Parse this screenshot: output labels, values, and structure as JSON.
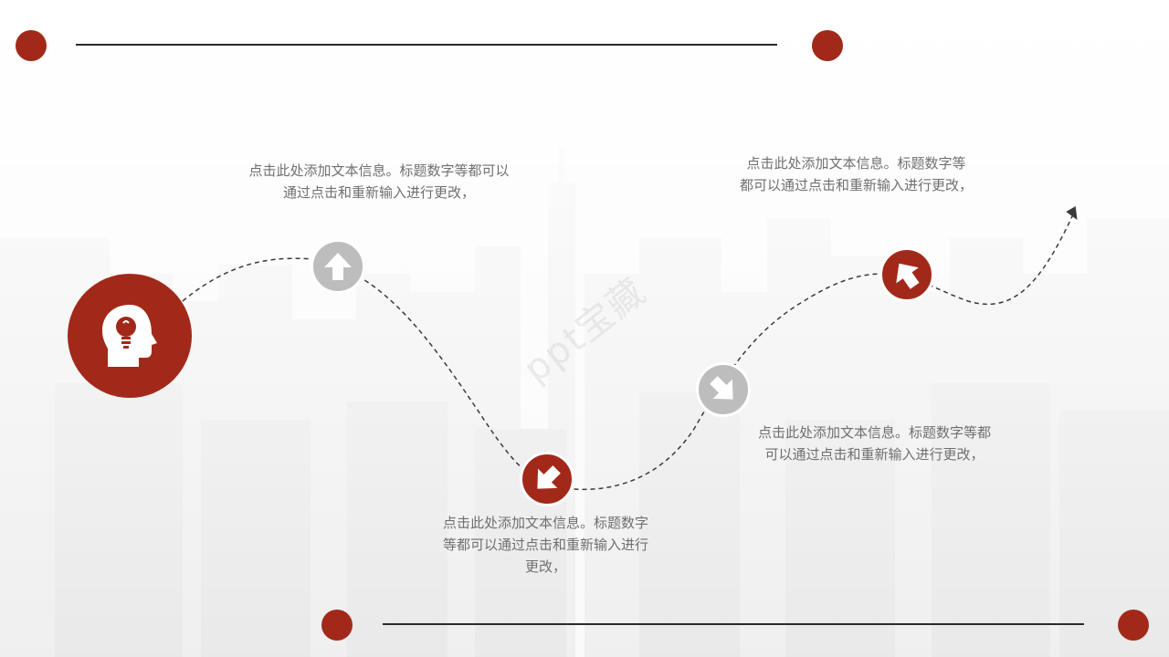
{
  "colors": {
    "accent": "#a2291a",
    "node_gray": "#bdbdbd",
    "text": "#6f6f6f",
    "rule": "#2a2a2a"
  },
  "watermark": "ppt宝藏",
  "steps": [
    {
      "lines": [
        "点击此处添加文本信息。标题数字等都可以",
        "通过点击和重新输入进行更改，"
      ],
      "icon": "arrow-up-icon"
    },
    {
      "lines": [
        "点击此处添加文本信息。标题数字",
        "等都可以通过点击和重新输入进行",
        "更改，"
      ],
      "icon": "arrow-down-left-icon"
    },
    {
      "lines": [
        "点击此处添加文本信息。标题数字等都",
        "可以通过点击和重新输入进行更改，"
      ],
      "icon": "arrow-down-right-icon"
    },
    {
      "lines": [
        "点击此处添加文本信息。标题数字等",
        "都可以通过点击和重新输入进行更改，"
      ],
      "icon": "arrow-up-left-icon"
    }
  ],
  "main_icon": "head-lightbulb-icon"
}
